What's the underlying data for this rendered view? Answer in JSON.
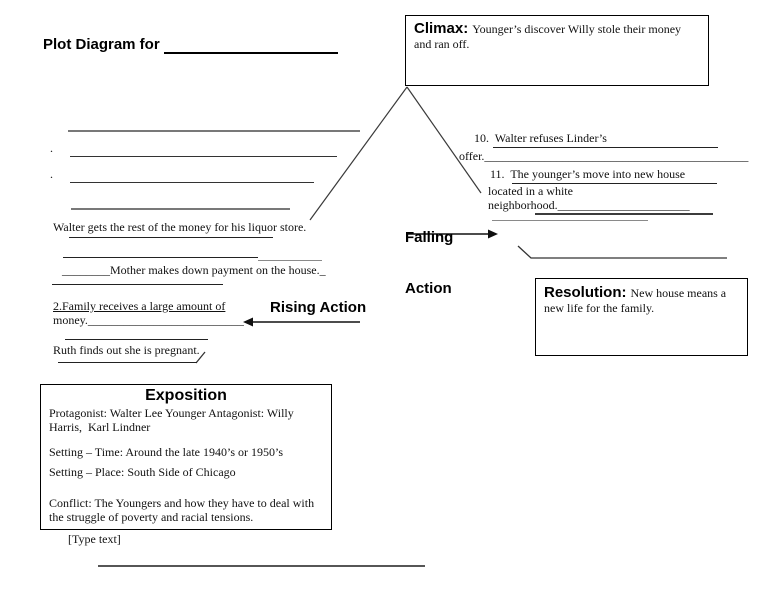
{
  "page": {
    "title": "Plot Diagram for"
  },
  "climax": {
    "heading": "Climax:",
    "text": "Younger’s discover Willy stole their money and ran off."
  },
  "rising_action": {
    "label": "Rising Action",
    "bullet": ".",
    "walter_liquor": "Walter gets the rest of the money for his liquor store.",
    "mother_payment": "________Mother makes down payment on the house._",
    "family_money_line1": "2.Family receives a large amount of",
    "family_money_line2": "money.__________________________",
    "ruth_pregnant": "Ruth finds out she is pregnant."
  },
  "falling_action": {
    "label_line1": "Falling",
    "label_line2": "Action",
    "item10_line1": "10.  Walter refuses Linder’s",
    "item10_line2": "offer.____________________________________________",
    "item11_line1": "11.  The younger’s move into new house",
    "item11_line2": "located in a white",
    "item11_line3": "neighborhood.______________________"
  },
  "resolution": {
    "heading": "Resolution:",
    "text": "New house means a new life for the family."
  },
  "exposition": {
    "heading": "Exposition",
    "protagonist": "Protagonist: Walter Lee Younger Antagonist: Willy Harris,  Karl Lindner",
    "setting_time": "Setting – Time: Around the late 1940’s or 1950’s",
    "setting_place": "Setting – Place: South Side of Chicago",
    "conflict": "Conflict: The Youngers and how they have to deal with the struggle of poverty and racial tensions."
  },
  "footer": {
    "placeholder": "[Type text]"
  }
}
